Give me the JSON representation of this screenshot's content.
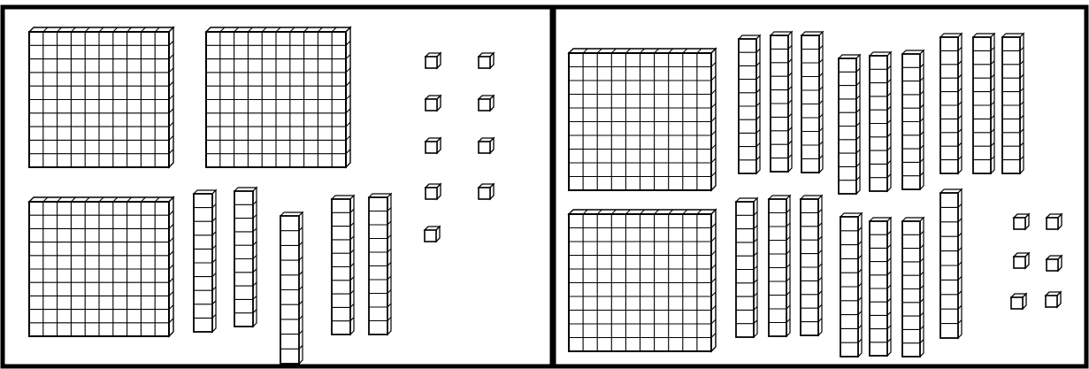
{
  "panels": [
    {
      "hundreds": 3,
      "tens": 5,
      "ones": 9
    },
    {
      "hundreds": 2,
      "tens": 16,
      "ones": 6
    }
  ]
}
